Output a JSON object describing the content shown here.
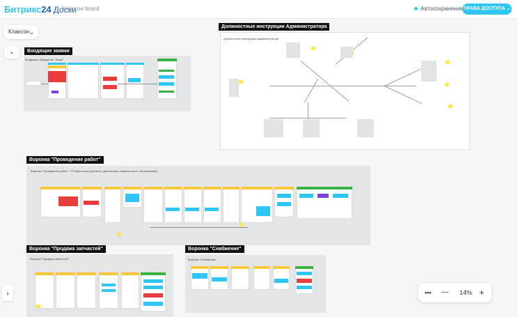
{
  "header": {
    "brand": "Битрикс24",
    "brand_prefix": "Битрикс",
    "brand_num": "24",
    "product": "Доски",
    "board_name": "Классон board",
    "autosave_label": "Автосохранение",
    "access_button": "ПРАВА ДОСТУПА"
  },
  "toolbar": {
    "selector_label": "Клаксон"
  },
  "zoom": {
    "more": "•••",
    "minus": "—",
    "level": "14%",
    "plus": "+"
  },
  "frames": {
    "incoming": {
      "title": "Входящие заявки",
      "subtitle": "Входящие обращения \"Люди\""
    },
    "instructions": {
      "title": "Должностные инструкции Администратора",
      "subtitle": "Должностные инструкции администратора"
    },
    "works": {
      "title": "Воронка \"Проведение работ\"",
      "subtitle": "Воронка \"Проведение работ\" / ТО (автосалон) (ремонт, диагностика, замена масел, автосервисы)"
    },
    "parts": {
      "title": "Воронка \"Продажа запчастей\"",
      "subtitle": "Воронка \"Продажа запчастей\""
    },
    "supply": {
      "title": "Воронка \"Снабжение\"",
      "subtitle": "Воронка \"Снабжение\""
    }
  },
  "colors": {
    "accent": "#2fc6f6",
    "yellow": "#f8c83a",
    "red": "#e93c3c",
    "green": "#3bb143",
    "purple": "#7b3fe0",
    "title_bg": "#111111"
  }
}
